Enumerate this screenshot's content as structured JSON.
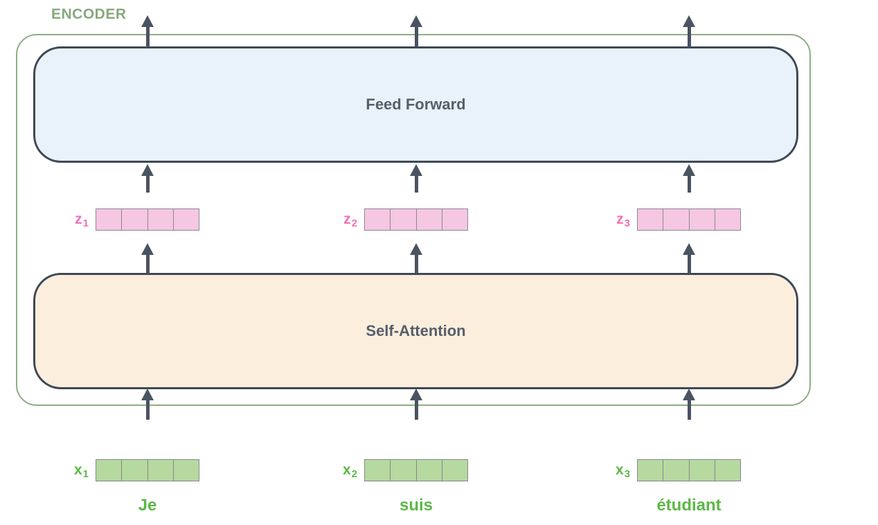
{
  "colors": {
    "outer-border": "#8fae85",
    "encoder-label": "#86a97d",
    "block-border": "#3f4855",
    "block-text": "#555e6b",
    "feed-forward-fill": "#e9f1fa",
    "self-attention-fill": "#fbeedd",
    "z-cell-fill": "#f5c7e2",
    "z-cell-border": "#8a8792",
    "z-label": "#f272b5",
    "x-cell-fill": "#b6d99f",
    "x-cell-border": "#84878c",
    "x-label": "#5cb847",
    "word-text": "#5cb847",
    "arrow": "#4a5361"
  },
  "encoder": {
    "label": "ENCODER"
  },
  "blocks": {
    "feed_forward": "Feed Forward",
    "self_attention": "Self-Attention"
  },
  "vector_cells": 4,
  "columns": [
    {
      "word": "Je",
      "input_label": {
        "base": "x",
        "sub": "1"
      },
      "output_label": {
        "base": "z",
        "sub": "1"
      }
    },
    {
      "word": "suis",
      "input_label": {
        "base": "x",
        "sub": "2"
      },
      "output_label": {
        "base": "z",
        "sub": "2"
      }
    },
    {
      "word": "étudiant",
      "input_label": {
        "base": "x",
        "sub": "3"
      },
      "output_label": {
        "base": "z",
        "sub": "3"
      }
    }
  ]
}
